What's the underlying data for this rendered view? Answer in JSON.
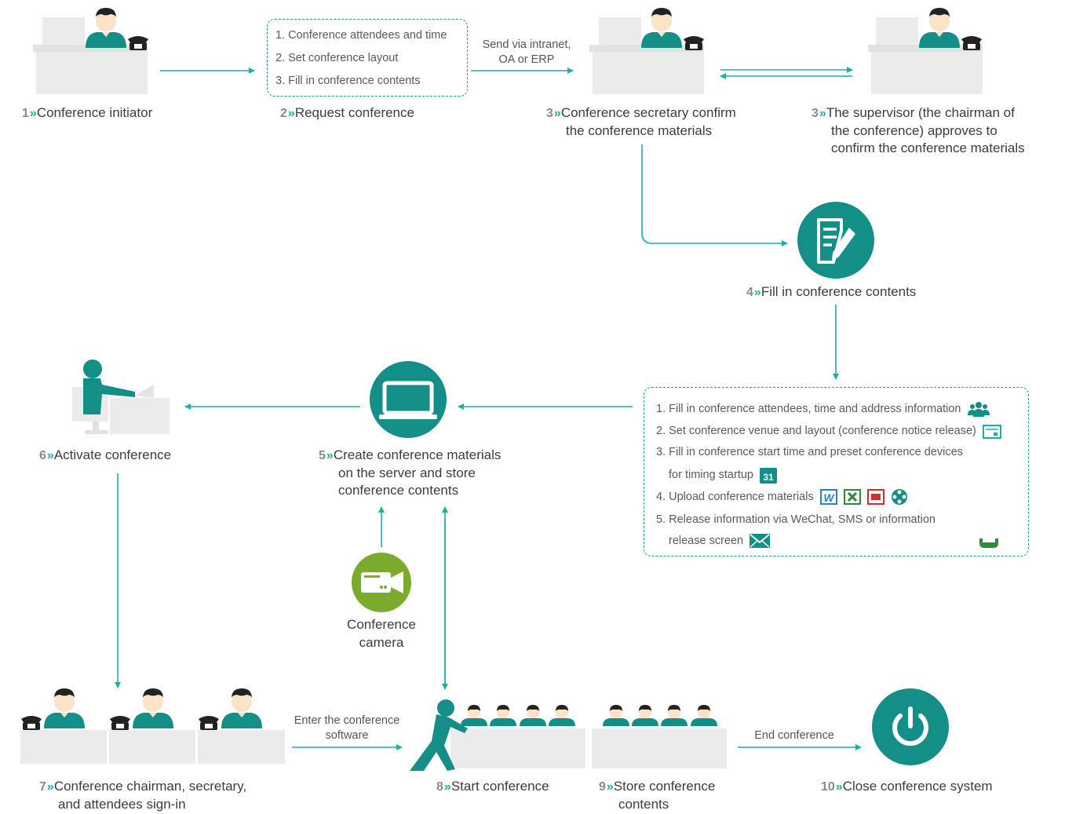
{
  "colors": {
    "teal": "#138f87",
    "arrow": "#1ab0a6",
    "green": "#7bab2c",
    "gray": "#e6e6e6"
  },
  "steps": {
    "s1": {
      "num": "1",
      "lines": [
        "Conference initiator"
      ]
    },
    "s2": {
      "num": "2",
      "lines": [
        "Request conference"
      ]
    },
    "s3a": {
      "num": "3",
      "lines": [
        "Conference secretary confirm",
        "the conference materials"
      ]
    },
    "s3b": {
      "num": "3",
      "lines": [
        "The supervisor (the chairman of",
        "the conference) approves to",
        "confirm the conference materials"
      ]
    },
    "s4": {
      "num": "4",
      "lines": [
        "Fill in conference contents"
      ]
    },
    "s5": {
      "num": "5",
      "lines": [
        "Create conference materials",
        "on the server and store",
        "conference contents"
      ]
    },
    "s6": {
      "num": "6",
      "lines": [
        "Activate conference"
      ]
    },
    "s7": {
      "num": "7",
      "lines": [
        "Conference chairman, secretary,",
        "and attendees sign-in"
      ]
    },
    "s8": {
      "num": "8",
      "lines": [
        "Start conference"
      ]
    },
    "s9": {
      "num": "9",
      "lines": [
        "Store conference",
        "contents"
      ]
    },
    "s10": {
      "num": "10",
      "lines": [
        "Close conference system"
      ]
    }
  },
  "request_box": {
    "items": [
      "1. Conference attendees and time",
      "2. Set conference layout",
      "3. Fill in conference contents"
    ]
  },
  "fill_box": {
    "items": [
      "1. Fill in conference attendees, time and address information",
      "2. Set conference venue and layout (conference notice release)",
      "3. Fill in conference start time and preset conference devices",
      "for timing startup",
      "4. Upload conference materials",
      "5. Release information via WeChat, SMS or information",
      "release screen"
    ],
    "calendar_day": "31",
    "word_letter": "W"
  },
  "edge_labels": {
    "send": [
      "Send via intranet,",
      "OA or ERP"
    ],
    "enter": [
      "Enter the conference",
      "software"
    ],
    "end": "End conference"
  },
  "camera": {
    "lines": [
      "Conference",
      "camera"
    ]
  }
}
